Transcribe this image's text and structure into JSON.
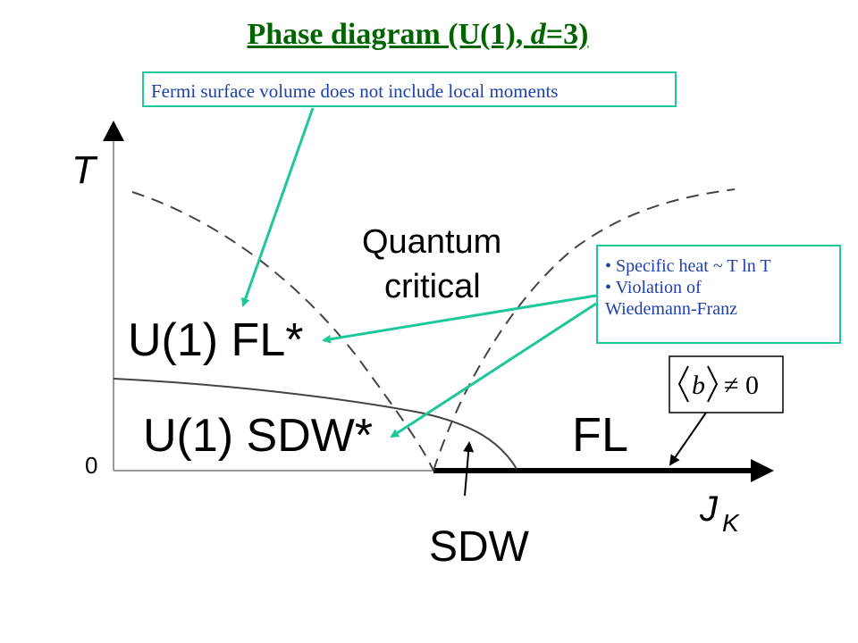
{
  "title": {
    "prefix": "Phase diagram (U(1), ",
    "var": "d",
    "suffix": "=3)"
  },
  "notes": {
    "top": "Fermi surface volume does not include local moments",
    "right": [
      "Specific heat ~ T ln T",
      "Violation of",
      "Wiedemann-Franz"
    ]
  },
  "diagram": {
    "axis_y": "T",
    "axis_x_main": "J",
    "axis_x_sub": "K",
    "origin": "0",
    "region_quantum_1": "Quantum",
    "region_quantum_2": "critical",
    "region_fl_star": "U(1) FL*",
    "region_sdw_star": "U(1) SDW*",
    "region_fl": "FL",
    "region_sdw": "SDW",
    "order_param_symbol": "b",
    "order_param_relation": "≠ 0"
  },
  "colors": {
    "title": "#006400",
    "arrow": "#1ec79a",
    "note_text": "#1f3fa8"
  }
}
